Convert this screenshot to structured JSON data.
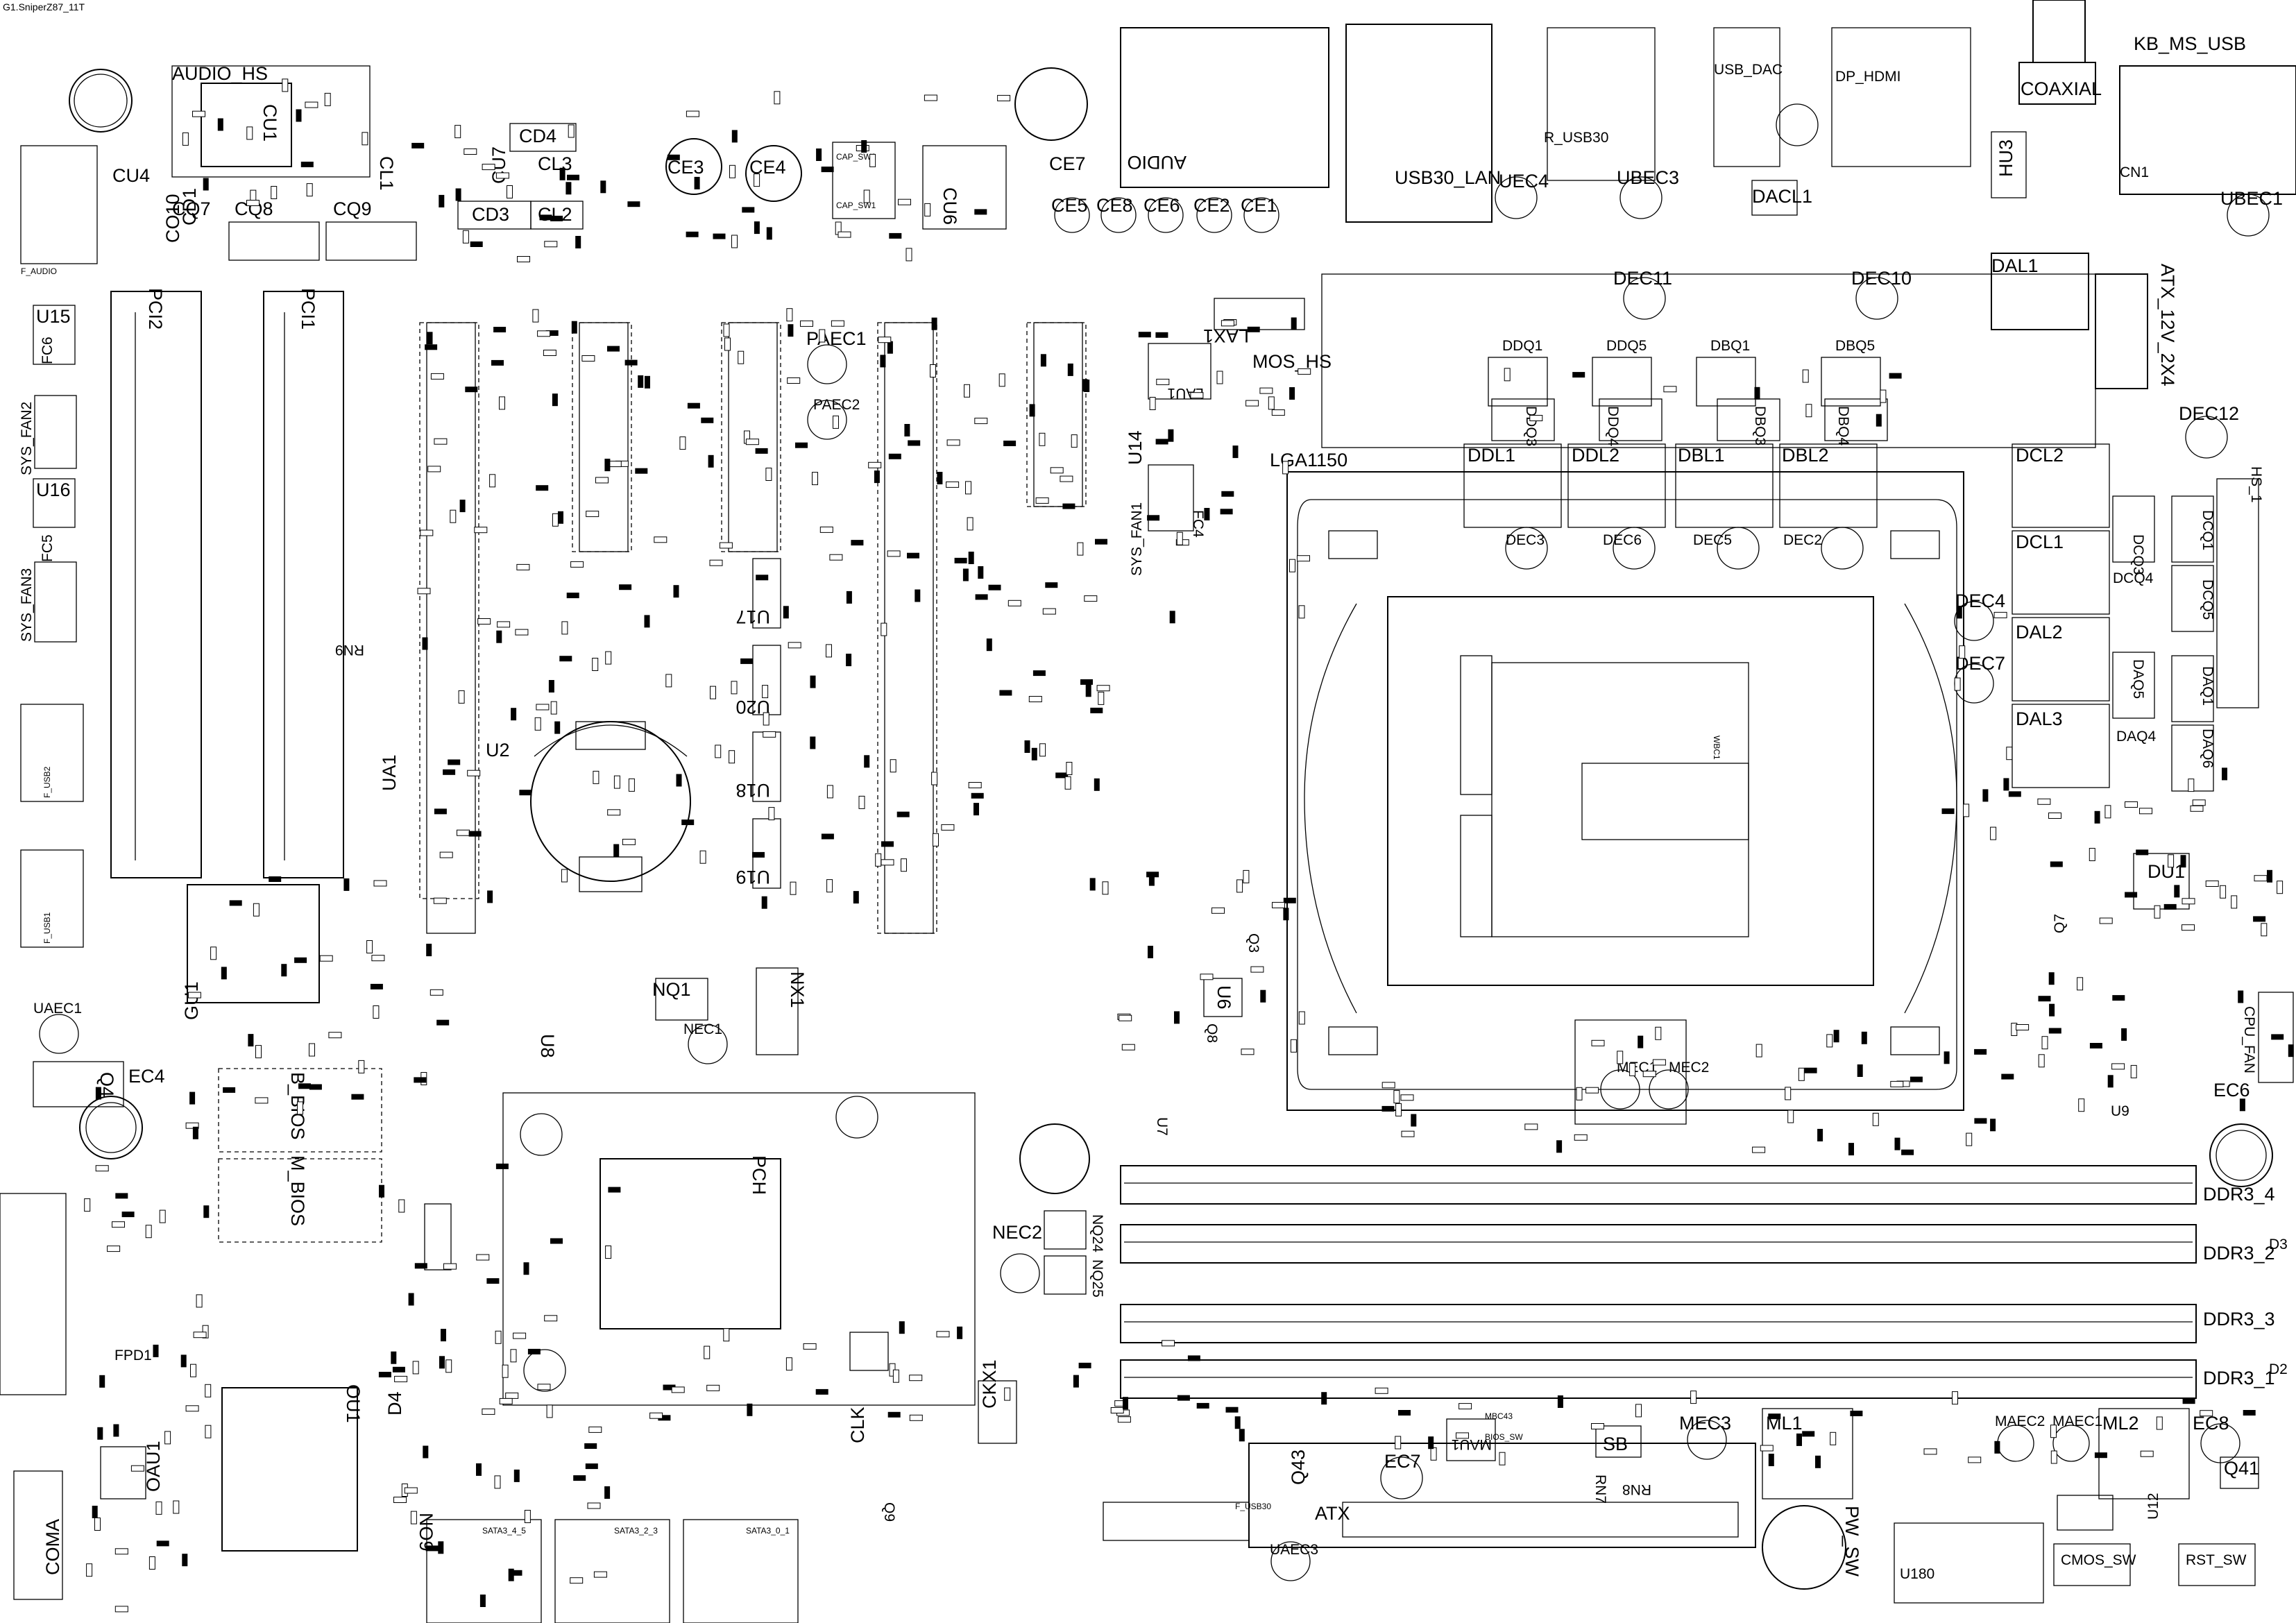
{
  "diagram": {
    "title": "G1.SniperZ87_11T",
    "labels": {
      "audio_hs": "AUDIO_HS",
      "audio": "AUDIO",
      "coaxial": "COAXIAL",
      "kb_ms_usb": "KB_MS_USB",
      "usb_dac": "USB_DAC",
      "dp_hdmi": "DP_HDMI",
      "usb30_lan": "USB30_LAN",
      "uec4": "UEC4",
      "ubec3": "UBEC3",
      "ubec1": "UBEC1",
      "hu3": "HU3",
      "cn1": "CN1",
      "dal1": "DAL1",
      "atx_12v_2x4": "ATX_12V_2X4",
      "dec11": "DEC11",
      "dec10": "DEC10",
      "dec12": "DEC12",
      "dacl1": "DACL1",
      "cu4": "CU4",
      "cu1": "CU1",
      "cq7": "CQ7",
      "cq8": "CQ8",
      "cq9": "CQ9",
      "cl1": "CL1",
      "cd1": "CD1",
      "co10": "CO10",
      "cd4": "CD4",
      "cl3": "CL3",
      "cu7": "CU7",
      "cd3": "CD3",
      "cl2": "CL2",
      "ce3": "CE3",
      "ce4": "CE4",
      "cu6": "CU6",
      "ce7": "CE7",
      "ce5": "CE5",
      "ce8": "CE8",
      "ce6": "CE6",
      "ce2": "CE2",
      "ce1": "CE1",
      "u15": "U15",
      "fc6": "FC6",
      "sys_fan2": "SYS_FAN2",
      "u16": "U16",
      "fc5": "FC5",
      "sys_fan3": "SYS_FAN3",
      "pci2": "PCI2",
      "pci1": "PCI1",
      "rn9": "RN9",
      "paec1": "PAEC1",
      "paec2": "PAEC2",
      "lax1": "LAX1",
      "mos_hs": "MOS_HS",
      "lau1": "LAU1",
      "u14": "U14",
      "sys_fan1": "SYS_FAN1",
      "fc4": "FC4",
      "lga1150": "LGA1150",
      "ddq1": "DDQ1",
      "ddq5": "DDQ5",
      "dbq1": "DBQ1",
      "dbq5": "DBQ5",
      "ddq3": "DDQ3",
      "ddq4": "DDQ4",
      "dbq3": "DBQ3",
      "dbq4": "DBQ4",
      "ddl1": "DDL1",
      "ddl2": "DDL2",
      "dbl1": "DBL1",
      "dbl2": "DBL2",
      "dec3": "DEC3",
      "dec6": "DEC6",
      "dec5": "DEC5",
      "dec2": "DEC2",
      "dec4": "DEC4",
      "dec7": "DEC7",
      "dcl2": "DCL2",
      "dcl1": "DCL1",
      "dal2": "DAL2",
      "dal3": "DAL3",
      "dcq3": "DCQ3",
      "dcq4": "DCQ4",
      "dcq1": "DCQ1",
      "dcq5": "DCQ5",
      "daq5": "DAQ5",
      "daq4": "DAQ4",
      "daq1": "DAQ1",
      "daq6": "DAQ6",
      "du1": "DU1",
      "q7": "Q7",
      "cpu_fan": "CPU_FAN",
      "u9": "U9",
      "ec6": "EC6",
      "hs_1": "HS_1",
      "u17": "U17",
      "u20": "U20",
      "u18": "U18",
      "u19": "U19",
      "u2": "U2",
      "ua1": "UA1",
      "gu1": "GU1",
      "uaec1": "UAEC1",
      "q4": "Q4",
      "ec4": "EC4",
      "b_bios": "B_BIOS",
      "m_bios": "M_BIOS",
      "nq1": "NQ1",
      "nec1": "NEC1",
      "nx1": "NX1",
      "u8": "U8",
      "pch": "PCH",
      "q9": "Q9",
      "u6": "U6",
      "q3": "Q3",
      "q8": "Q8",
      "u7": "U7",
      "mec1": "MEC1",
      "mec2": "MEC2",
      "nec2": "NEC2",
      "nq24": "NQ24",
      "nq25": "NQ25",
      "ddr3_4": "DDR3_4",
      "ddr3_2": "DDR3_2",
      "ddr3_3": "DDR3_3",
      "ddr3_1": "DDR3_1",
      "d3": "D3",
      "d2": "D2",
      "fpd1": "FPD1",
      "coma": "COMA",
      "oau1": "OAU1",
      "ou1": "OU1",
      "d4": "D4",
      "no9": "NO9",
      "clk": "CLK",
      "ckx1": "CKX1",
      "sata3_4_5": "SATA3_4_5",
      "sata3_2_3": "SATA3_2_3",
      "sata3_0_1": "SATA3_0_1",
      "q43": "Q43",
      "ec7": "EC7",
      "atx": "ATX",
      "uaec3": "UAEC3",
      "mau1": "MAU1",
      "sb": "SB",
      "rn7": "RN7",
      "rn8": "RN8",
      "mec3": "MEC3",
      "ml1": "ML1",
      "maec2": "MAEC2",
      "maec1": "MAEC1",
      "ml2": "ML2",
      "ec8": "EC8",
      "q41": "Q41",
      "pw_sw": "PW_SW",
      "u180": "U180",
      "u12": "U12",
      "cmos_sw": "CMOS_SW",
      "rst_sw": "RST_SW",
      "f_audio": "F_AUDIO",
      "f_usb30": "F_USB30",
      "r_usb30": "R_USB30",
      "f_usb2": "F_USB2",
      "f_usb1": "F_USB1",
      "bios_sw": "BIOS_SW",
      "mbc43": "MBC43",
      "cap_sw2": "CAP_SW2",
      "cap_sw1": "CAP_SW1",
      "wbc1": "WBC1"
    }
  }
}
